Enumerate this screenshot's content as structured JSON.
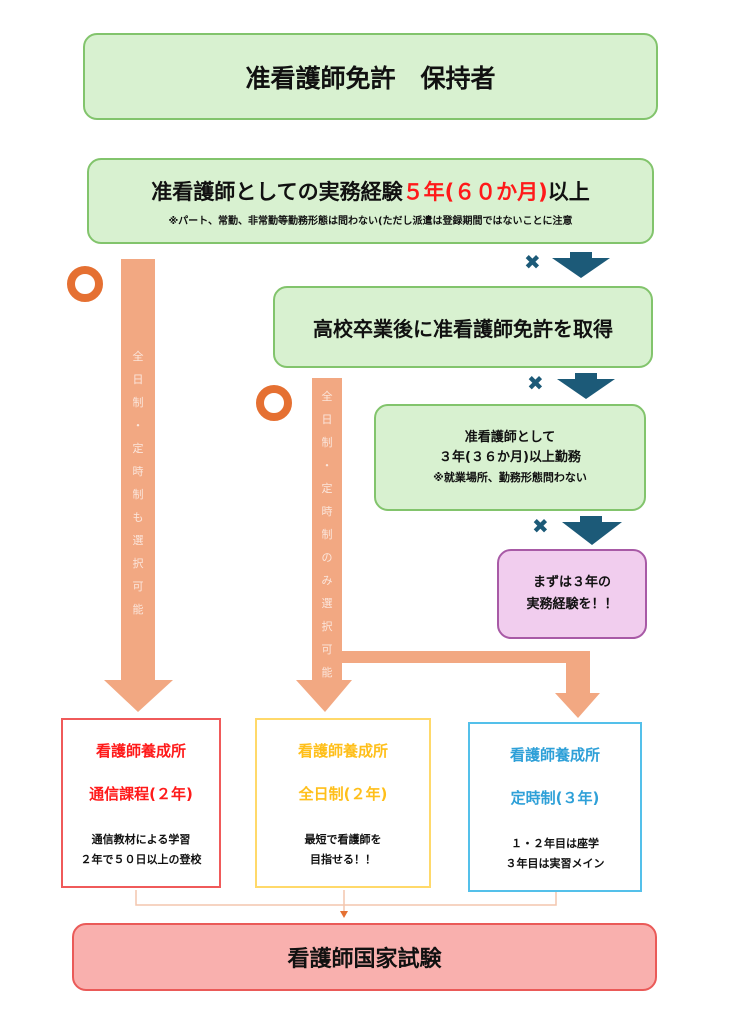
{
  "colors": {
    "green_fill": "#d8f1d0",
    "green_border": "#82c46c",
    "orange_arrow": "#f2a882",
    "orange_circle": "#e57032",
    "blue_arrow": "#1c5a78",
    "red_text": "#ff1a1a",
    "yellow_text": "#ffbf1a",
    "blue_text": "#2ea0d8",
    "exam_fill": "#f9b0ae"
  },
  "top_box": {
    "title": "准看護師免許　保持者"
  },
  "experience_box": {
    "title_prefix": "准看護師としての実務経験",
    "title_highlight": "５年(６０か月)",
    "title_suffix": "以上",
    "note": "※パート、常勤、非常勤等勤務形態は問わない(ただし派遣は登録期間ではないことに注意"
  },
  "highschool_box": {
    "title": "高校卒業後に准看護師免許を取得"
  },
  "work3_box": {
    "line1": "准看護師として",
    "line2": "３年(３６か月)以上勤務",
    "line3": "※就業場所、勤務形態問わない"
  },
  "first_box": {
    "line1": "まずは３年の",
    "line2": "実務経験を！！"
  },
  "markers": {
    "yes_symbol": "○",
    "no_symbol": "✖"
  },
  "left_arrow_text": [
    "全",
    "日",
    "制",
    "・",
    "定",
    "時",
    "制",
    "も",
    "選",
    "択",
    "可",
    "能"
  ],
  "middle_arrow_text": [
    "全",
    "日",
    "制",
    "・",
    "定",
    "時",
    "制",
    "の",
    "み",
    "選",
    "択",
    "可",
    "能"
  ],
  "schools": [
    {
      "title": "看護師養成所",
      "course": "通信課程(２年)",
      "desc1": "通信教材による学習",
      "desc2": "２年で５０日以上の登校"
    },
    {
      "title": "看護師養成所",
      "course": "全日制(２年)",
      "desc1": "最短で看護師を",
      "desc2": "目指せる！！"
    },
    {
      "title": "看護師養成所",
      "course": "定時制(３年)",
      "desc1": "１・２年目は座学",
      "desc2": "３年目は実習メイン"
    }
  ],
  "exam_box": {
    "title": "看護師国家試験"
  }
}
